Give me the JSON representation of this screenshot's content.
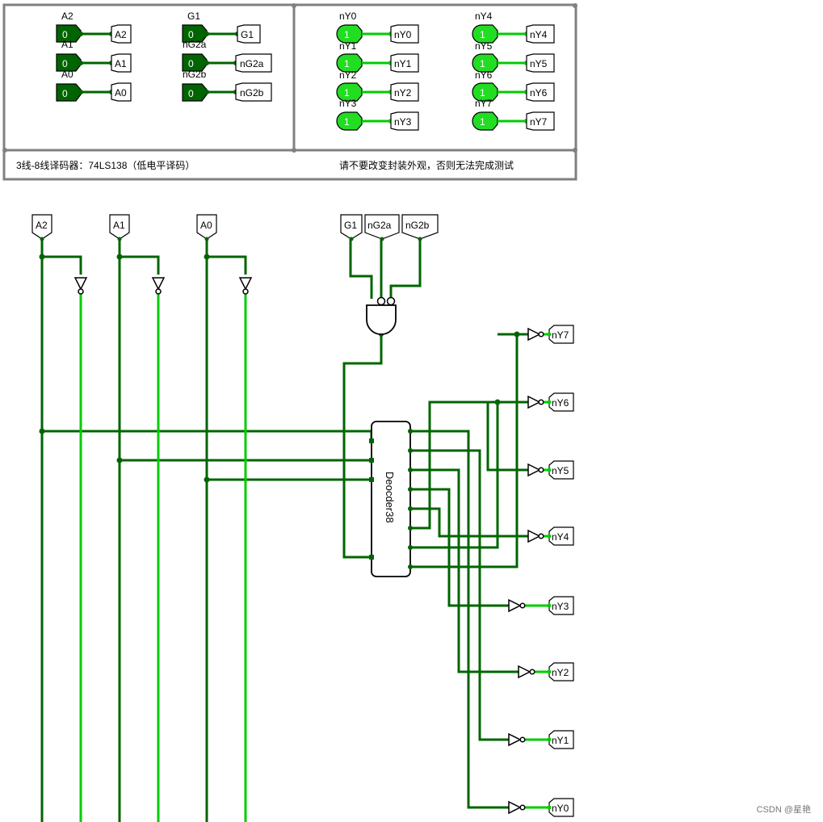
{
  "colors": {
    "wire_dark": "#006400",
    "wire_light": "#00cc00",
    "led_on": "#22dd22",
    "pin_in": "#006400",
    "frame": "#808080"
  },
  "panel": {
    "caption_left": "3线-8线译码器：74LS138（低电平译码）",
    "caption_right": "请不要改变封装外观，否则无法完成测试",
    "inputs": [
      {
        "label": "A2",
        "value": "0",
        "tunnel": "A2"
      },
      {
        "label": "A1",
        "value": "0",
        "tunnel": "A1"
      },
      {
        "label": "A0",
        "value": "0",
        "tunnel": "A0"
      },
      {
        "label": "G1",
        "value": "0",
        "tunnel": "G1"
      },
      {
        "label": "nG2a",
        "value": "0",
        "tunnel": "nG2a"
      },
      {
        "label": "nG2b",
        "value": "0",
        "tunnel": "nG2b"
      }
    ],
    "outputs": [
      {
        "label": "nY0",
        "value": "1",
        "tunnel": "nY0"
      },
      {
        "label": "nY1",
        "value": "1",
        "tunnel": "nY1"
      },
      {
        "label": "nY2",
        "value": "1",
        "tunnel": "nY2"
      },
      {
        "label": "nY3",
        "value": "1",
        "tunnel": "nY3"
      },
      {
        "label": "nY4",
        "value": "1",
        "tunnel": "nY4"
      },
      {
        "label": "nY5",
        "value": "1",
        "tunnel": "nY5"
      },
      {
        "label": "nY6",
        "value": "1",
        "tunnel": "nY6"
      },
      {
        "label": "nY7",
        "value": "1",
        "tunnel": "nY7"
      }
    ]
  },
  "circuit": {
    "input_tunnels": [
      "A2",
      "A1",
      "A0",
      "G1",
      "nG2a",
      "nG2b"
    ],
    "decoder_label": "Deocder38",
    "output_tunnels": [
      "nY7",
      "nY6",
      "nY5",
      "nY4",
      "nY3",
      "nY2",
      "nY1",
      "nY0"
    ]
  },
  "watermark": "CSDN @星艳"
}
